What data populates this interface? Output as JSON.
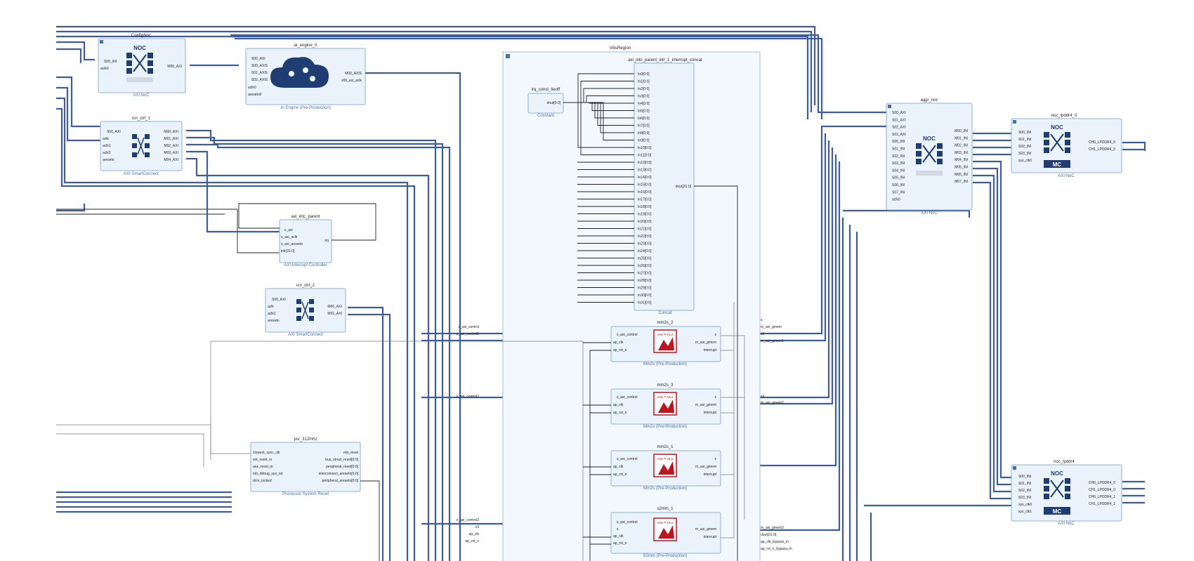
{
  "diagram": {
    "region": {
      "title": "VitisRegion"
    },
    "blocks": {
      "config_noc": {
        "name": "ConfigNoc",
        "subtitle": "AXI NoC",
        "logo": "NOC",
        "pins_in": [
          "S00_INI",
          "aclk0"
        ],
        "pins_out": [
          "M00_AXI"
        ]
      },
      "ai_engine": {
        "name": "ai_engine_0",
        "subtitle": "AI Engine (Pre-Production)",
        "pins_in": [
          "S00_AXI",
          "S00_AXIS",
          "S01_AXIS",
          "S02_AXIS",
          "aclk0",
          "aresetn0"
        ],
        "pins_out": [
          "M00_AXIS",
          "s00_axi_aclk"
        ]
      },
      "icn_ctrl_1": {
        "name": "icn_ctrl_1",
        "subtitle": "AXI SmartConnect",
        "pins_in": [
          "S00_AXI",
          "aclk",
          "aclk1",
          "aclk2",
          "aresetn"
        ],
        "pins_out": [
          "M00_AXI",
          "M01_AXI",
          "M02_AXI",
          "M03_AXI",
          "M04_AXI"
        ]
      },
      "axi_intc_parent": {
        "name": "axi_intc_parent",
        "subtitle": "AXI Interrupt Controller",
        "pins_in": [
          "s_axi",
          "s_axi_aclk",
          "s_axi_aresetn",
          "intr[31:0]"
        ],
        "pins_out": [
          "irq"
        ]
      },
      "icn_ctrl_2": {
        "name": "icn_ctrl_2",
        "subtitle": "AXI SmartConnect",
        "pins_in": [
          "S00_AXI",
          "aclk",
          "aclk1",
          "aresetn"
        ],
        "pins_out": [
          "M00_AXI",
          "M01_AXI"
        ]
      },
      "psr_312mhz": {
        "name": "psr_312mhz",
        "subtitle": "Processor System Reset",
        "pins_in": [
          "slowest_sync_clk",
          "ext_reset_in",
          "aux_reset_in",
          "mb_debug_sys_rst",
          "dcm_locked"
        ],
        "pins_out": [
          "mb_reset",
          "bus_struct_reset[0:0]",
          "peripheral_reset[0:0]",
          "interconnect_aresetn[0:0]",
          "peripheral_aresetn[0:0]"
        ]
      },
      "irq_const": {
        "name": "irq_const_tieoff",
        "subtitle": "Constant",
        "pins_out": [
          "dout[0:0]"
        ]
      },
      "concat": {
        "name": "axi_intc_parent_intr_1_interrupt_concat",
        "subtitle": "Concat",
        "pins_in": [
          "In0[0:0]",
          "In1[0:0]",
          "In2[0:0]",
          "In3[0:0]",
          "In4[0:0]",
          "In5[0:0]",
          "In6[0:0]",
          "In7[0:0]",
          "In8[0:0]",
          "In9[0:0]",
          "In10[0:0]",
          "In11[0:0]",
          "In12[0:0]",
          "In13[0:0]",
          "In14[0:0]",
          "In15[0:0]",
          "In16[0:0]",
          "In17[0:0]",
          "In18[0:0]",
          "In19[0:0]",
          "In20[0:0]",
          "In21[0:0]",
          "In22[0:0]",
          "In23[0:0]",
          "In24[0:0]",
          "In25[0:0]",
          "In26[0:0]",
          "In27[0:0]",
          "In28[0:0]",
          "In29[0:0]",
          "In30[0:0]",
          "In31[0:0]"
        ],
        "pins_out": [
          "dout[31:0]"
        ]
      },
      "mm2s_2": {
        "name": "mm2s_2",
        "subtitle": "Mm2s (Pre-Production)",
        "logo": "Vitis™ HLS",
        "pins_in": [
          "s_axi_control",
          "ap_clk",
          "ap_rst_n"
        ],
        "pins_out": [
          "s",
          "m_axi_gmem",
          "interrupt"
        ]
      },
      "mm2s_3": {
        "name": "mm2s_3",
        "subtitle": "Mm2s (Pre-Production)",
        "logo": "Vitis™ HLS",
        "pins_in": [
          "s_axi_control",
          "ap_clk",
          "ap_rst_n"
        ],
        "pins_out": [
          "s",
          "m_axi_gmem",
          "interrupt"
        ]
      },
      "mm2s_1": {
        "name": "mm2s_1",
        "subtitle": "Mm2s (Pre-Production)",
        "logo": "Vitis™ HLS",
        "pins_in": [
          "s_axi_control",
          "ap_clk",
          "ap_rst_n"
        ],
        "pins_out": [
          "s",
          "m_axi_gmem",
          "interrupt"
        ]
      },
      "s2mm_1": {
        "name": "s2mm_1",
        "subtitle": "S2mm (Pre-Production)",
        "logo": "Vitis™ HLS",
        "pins_in": [
          "s_axi_control",
          "s",
          "ap_clk",
          "ap_rst_n"
        ],
        "pins_out": [
          "m_axi_gmem",
          "interrupt"
        ]
      },
      "aggr_noc": {
        "name": "aggr_noc",
        "subtitle": "AXI NoC",
        "logo": "NOC",
        "pins_in": [
          "S00_AXI",
          "S01_AXI",
          "S02_AXI",
          "S03_AXI",
          "S00_INI",
          "S01_INI",
          "S02_INI",
          "S03_INI",
          "S04_INI",
          "S05_INI",
          "S06_INI",
          "S07_INI",
          "aclk0"
        ],
        "pins_out": [
          "M00_INI",
          "M01_INI",
          "M02_INI",
          "M03_INI",
          "M04_INI",
          "M05_INI",
          "M06_INI",
          "M07_INI"
        ]
      },
      "noc_lpddr4_0": {
        "name": "noc_lpddr4_0",
        "subtitle": "AXI NoC",
        "logo": "NOC",
        "logo2": "MC",
        "pins_in": [
          "S00_INI",
          "S01_INI",
          "S02_INI",
          "S03_INI",
          "sys_clk0"
        ],
        "pins_out": [
          "CH0_LPDDR4_0",
          "CH1_LPDDR4_0"
        ]
      },
      "noc_lpddr4": {
        "name": "noc_lpddr4",
        "subtitle": "AXI NoC",
        "logo": "NOC",
        "logo2": "MC",
        "pins_in": [
          "S00_INI",
          "S01_INI",
          "S02_INI",
          "S03_INI",
          "sys_clk0",
          "sys_clk1"
        ],
        "pins_out": [
          "CH0_LPDDR4_0",
          "CH1_LPDDR4_0",
          "CH0_LPDDR4_1",
          "CH1_LPDDR4_1"
        ]
      }
    },
    "region_ports_in": [
      "s_axi_control",
      "s_axi_control1",
      "s_axi_control2",
      "s_axi_control3",
      "s3",
      "ap_clk",
      "ap_rst_n"
    ],
    "region_ports_out": [
      "s",
      "m_axi_gmem",
      "s1",
      "m_axi_gmem1",
      "s2",
      "m_axi_gmem2",
      "m_axi_gmem3",
      "dout[31:0]",
      "ap_clk_bypass_in",
      "ap_rst_n_bypass_in"
    ]
  }
}
